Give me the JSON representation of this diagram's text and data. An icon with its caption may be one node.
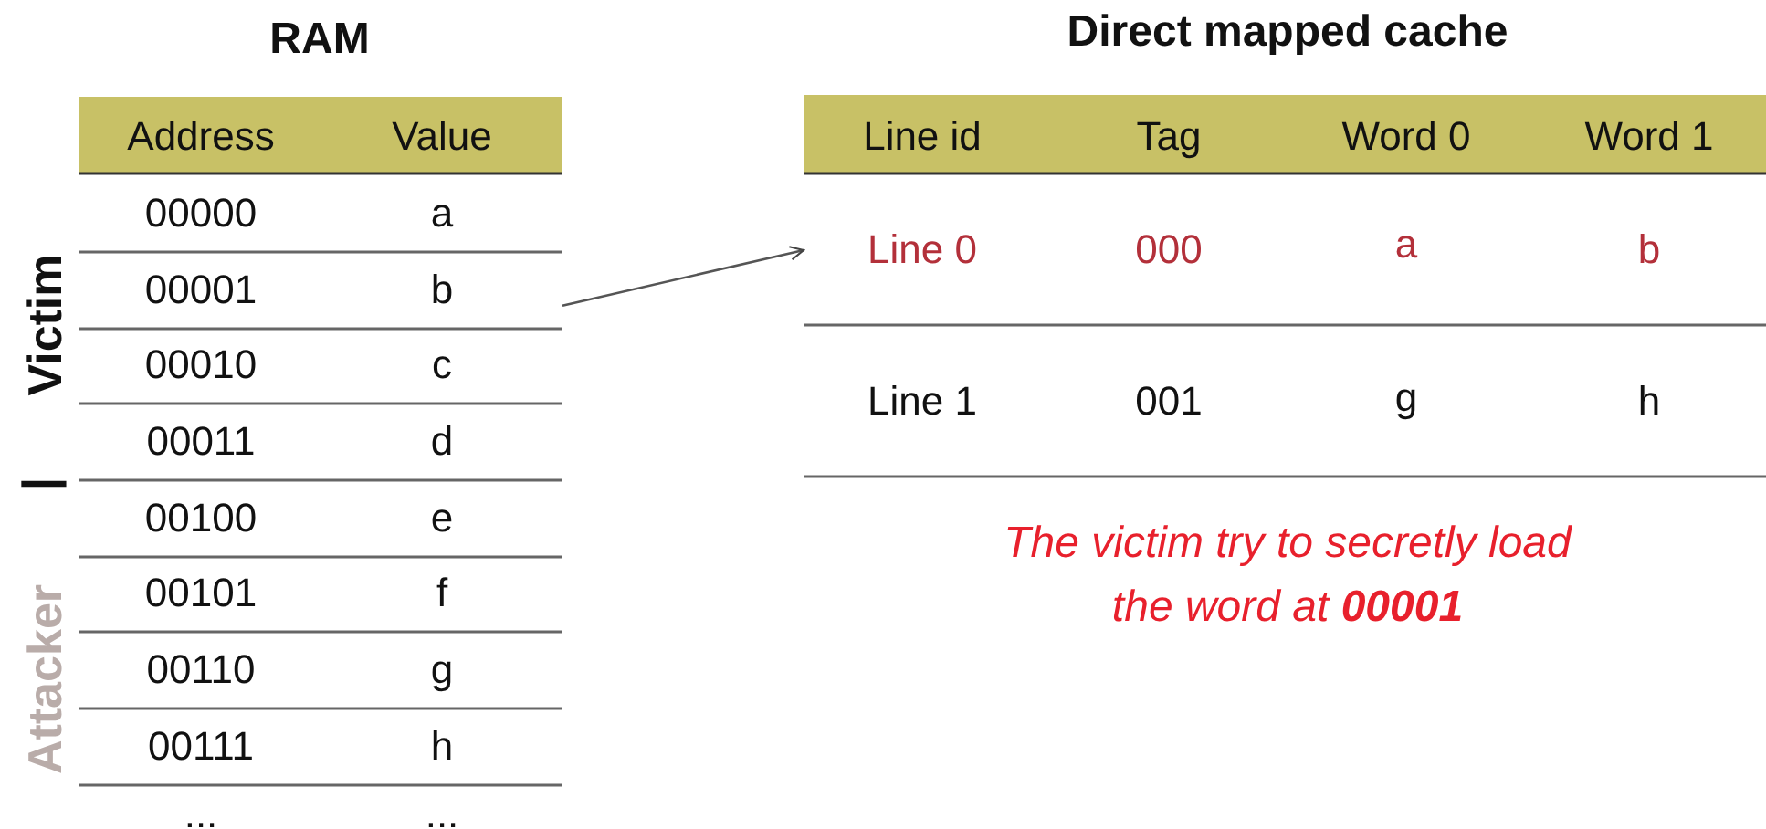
{
  "diagram": {
    "nodes": [
      {
        "text": [
          "00001",
          "b"
        ]
      },
      {
        "text": [
          "Line 0",
          "000",
          "a",
          "b"
        ]
      }
    ],
    "edges": [
      {
        "from": 0,
        "to": 1,
        "arrow": "to"
      }
    ],
    "labels": [
      "RAM",
      "Direct mapped cache",
      "Address",
      "Value",
      "Line id",
      "Tag",
      "Word 0",
      "Word 1",
      "00000",
      "a",
      "00010",
      "c",
      "00011",
      "d",
      "00100",
      "e",
      "00101",
      "f",
      "00110",
      "g",
      "00111",
      "h",
      "...",
      "...",
      "Line 1",
      "001",
      "g",
      "h",
      "Victim",
      "|",
      "Attacker",
      "The victim try to secretly load the word at **00001**"
    ]
  }
}
